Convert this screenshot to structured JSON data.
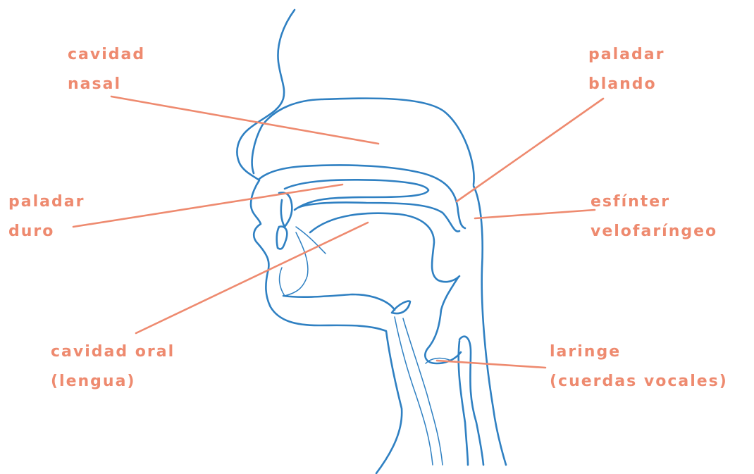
{
  "labels": {
    "nasal_cavity": {
      "line1": "cavidad",
      "line2": "nasal"
    },
    "soft_palate": {
      "line1": "paladar",
      "line2": "blando"
    },
    "hard_palate": {
      "line1": "paladar",
      "line2": "duro"
    },
    "velopharyngeal_sphincter": {
      "line1": "esfínter",
      "line2": "velofaríngeo"
    },
    "oral_cavity": {
      "line1": "cavidad oral",
      "line2": "(lengua)"
    },
    "larynx": {
      "line1": "laringe",
      "line2": "(cuerdas vocales)"
    }
  },
  "colors": {
    "label": "#ee8a6f",
    "anatomy": "#2f80c2",
    "background": "#ffffff"
  }
}
